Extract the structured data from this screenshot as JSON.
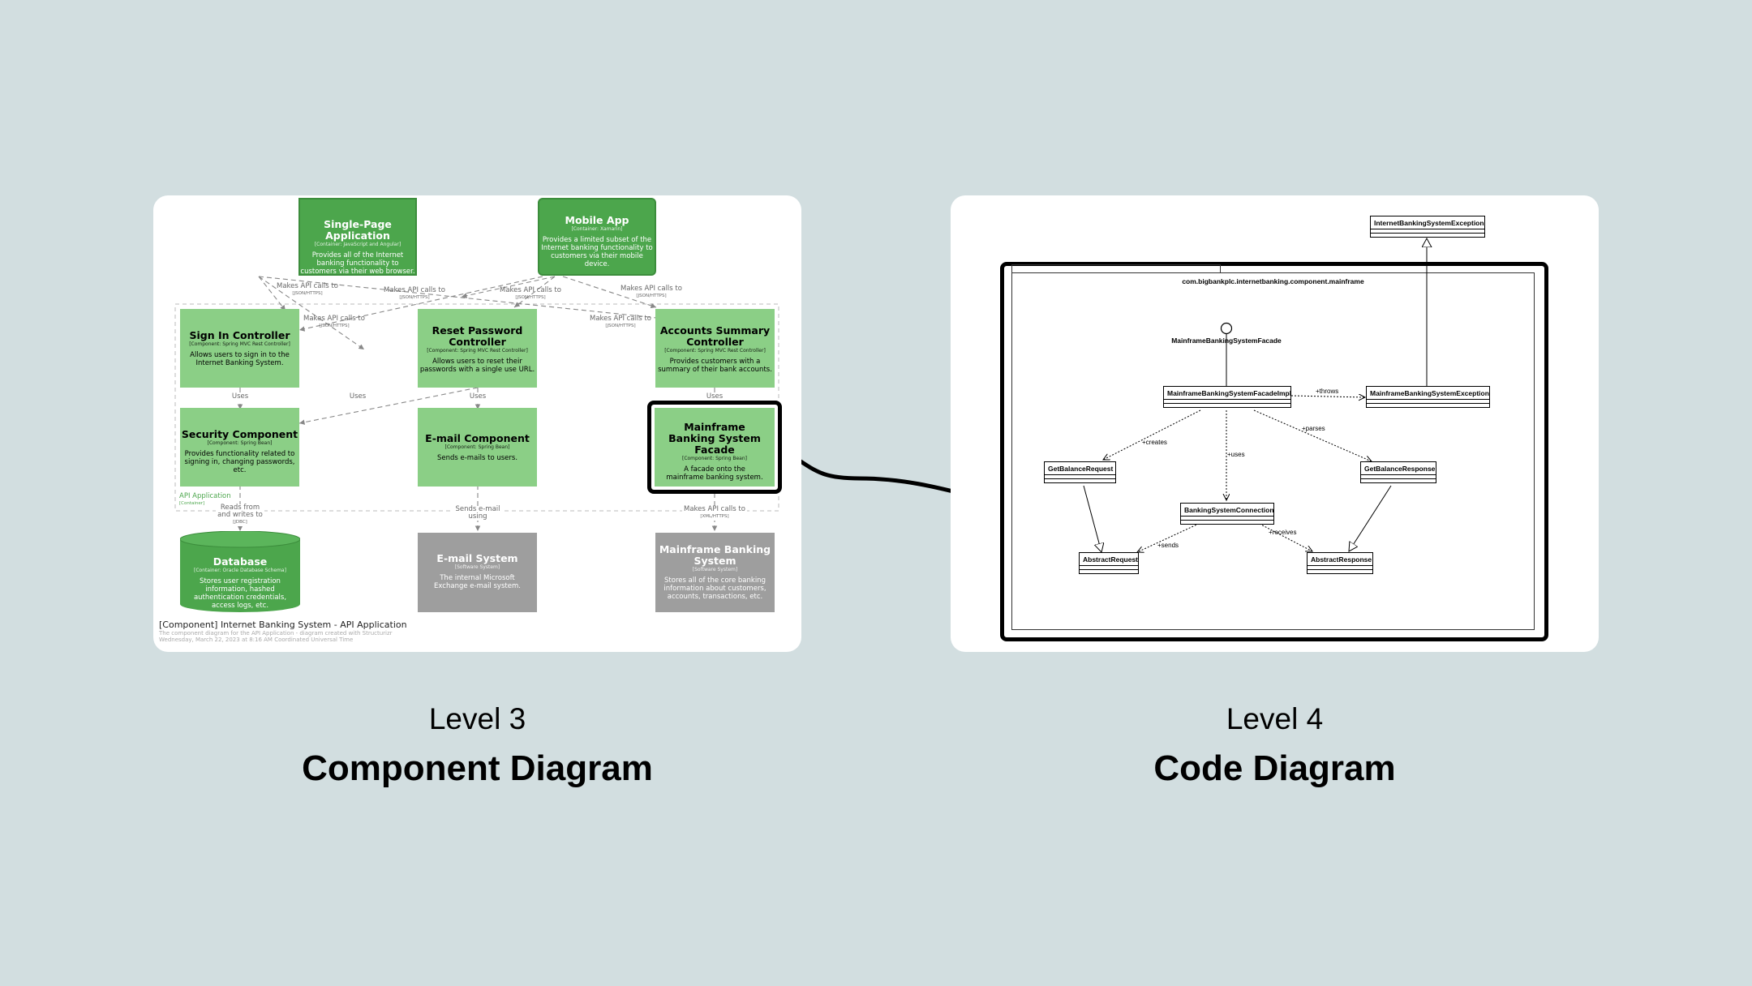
{
  "component_diagram": {
    "containers": [
      {
        "title": "Single-Page Application",
        "tech": "[Container: JavaScript and Angular]",
        "desc": "Provides all of the Internet banking functionality to customers via their web browser."
      },
      {
        "title": "Mobile App",
        "tech": "[Container: Xamarin]",
        "desc": "Provides a limited subset of the Internet banking functionality to customers via their mobile device."
      }
    ],
    "components": [
      {
        "title": "Sign In Controller",
        "tech": "[Component: Spring MVC Rest Controller]",
        "desc": "Allows users to sign in to the Internet Banking System."
      },
      {
        "title": "Reset Password Controller",
        "tech": "[Component: Spring MVC Rest Controller]",
        "desc": "Allows users to reset their passwords with a single use URL."
      },
      {
        "title": "Accounts Summary Controller",
        "tech": "[Component: Spring MVC Rest Controller]",
        "desc": "Provides customers with a summary of their bank accounts."
      },
      {
        "title": "Security Component",
        "tech": "[Component: Spring Bean]",
        "desc": "Provides functionality related to signing in, changing passwords, etc."
      },
      {
        "title": "E-mail Component",
        "tech": "[Component: Spring Bean]",
        "desc": "Sends e-mails to users."
      },
      {
        "title": "Mainframe Banking System Facade",
        "tech": "[Component: Spring Bean]",
        "desc": "A facade onto the mainframe banking system."
      }
    ],
    "database": {
      "title": "Database",
      "tech": "[Container: Oracle Database Schema]",
      "desc": "Stores user registration information, hashed authentication credentials, access logs, etc."
    },
    "external": [
      {
        "title": "E-mail System",
        "tech": "[Software System]",
        "desc": "The internal Microsoft Exchange e-mail system."
      },
      {
        "title": "Mainframe Banking System",
        "tech": "[Software System]",
        "desc": "Stores all of the core banking information about customers, accounts, transactions, etc."
      }
    ],
    "boundary": {
      "name": "API Application",
      "kind": "[Container]"
    },
    "relations": {
      "api_calls": "Makes API calls to",
      "json_https": "[JSON/HTTPS]",
      "uses": "Uses",
      "reads_writes": "Reads from and writes to",
      "jdbc": "[JDBC]",
      "sends_email": "Sends e-mail using",
      "xml_https": "[XML/HTTPS]"
    },
    "footer": {
      "title": "[Component] Internet Banking System - API Application",
      "subtitle": "The component diagram for the API Application - diagram created with Structurizr",
      "date": "Wednesday, March 22, 2023 at 8:16 AM Coordinated Universal Time"
    }
  },
  "code_diagram": {
    "package": "com.bigbankplc.internetbanking.component.mainframe",
    "interface": "MainframeBankingSystemFacade",
    "classes": {
      "ibse": "InternetBankingSystemException",
      "impl": "MainframeBankingSystemFacadeImpl",
      "mbse": "MainframeBankingSystemException",
      "getreq": "GetBalanceRequest",
      "getresp": "GetBalanceResponse",
      "conn": "BankingSystemConnection",
      "absreq": "AbstractRequest",
      "absresp": "AbstractResponse"
    },
    "relations": {
      "throws": "+throws",
      "parses": "+parses",
      "creates": "+creates",
      "uses": "+uses",
      "sends": "+sends",
      "receives": "+receives"
    }
  },
  "captions": {
    "left": {
      "level": "Level 3",
      "title": "Component Diagram"
    },
    "right": {
      "level": "Level 4",
      "title": "Code Diagram"
    }
  }
}
